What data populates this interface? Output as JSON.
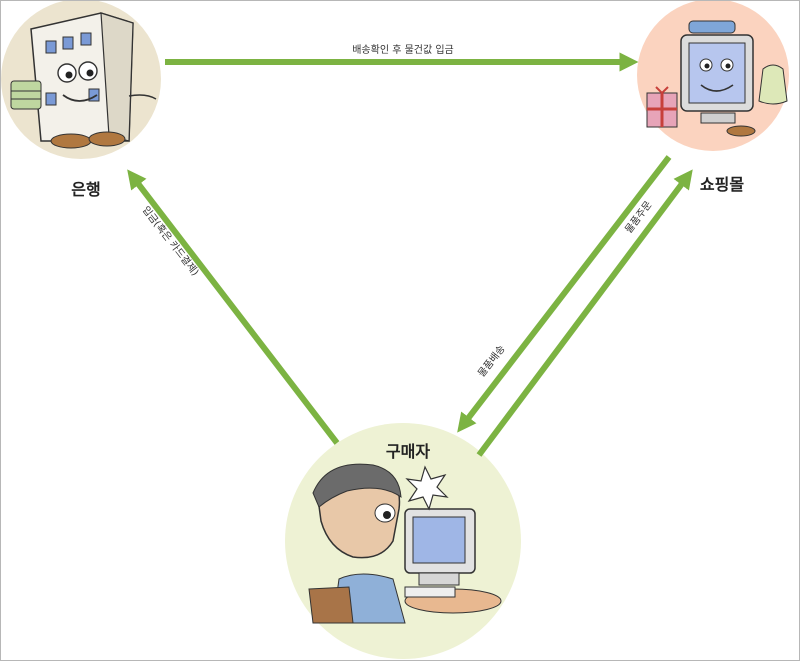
{
  "nodes": {
    "bank": {
      "label": "은행"
    },
    "mall": {
      "label": "쇼핑몰"
    },
    "buyer": {
      "label": "구매자"
    }
  },
  "edges": {
    "bank_to_mall": {
      "label": "배송확인 후 물건값 입금"
    },
    "mall_to_buyer": {
      "label": "물품배송"
    },
    "buyer_to_mall": {
      "label": "물품주문"
    },
    "buyer_to_bank": {
      "label": "입금(혹은 카드결제)"
    }
  },
  "colors": {
    "arrow": "#7cb342",
    "bank_circle": "#ece4cf",
    "mall_circle": "#fbd3bf",
    "buyer_circle": "#eef2d4"
  }
}
